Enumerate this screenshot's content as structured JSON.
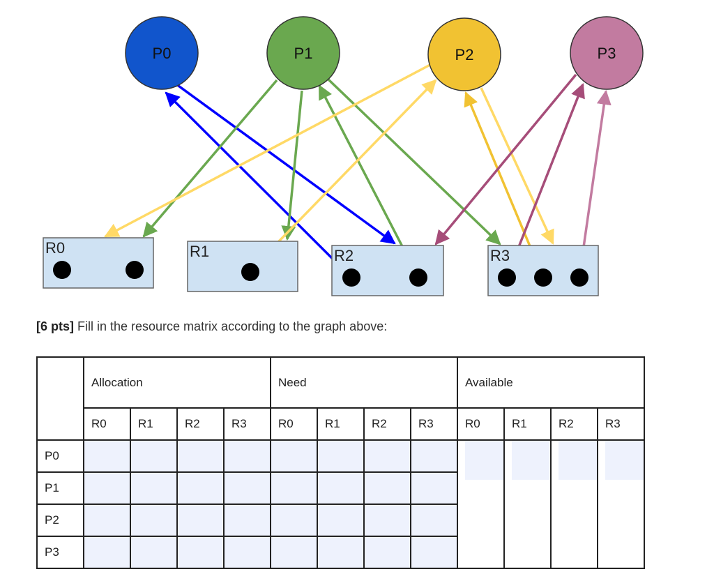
{
  "diagram": {
    "processes": [
      {
        "id": "P0",
        "label": "P0",
        "color": "#1155cc"
      },
      {
        "id": "P1",
        "label": "P1",
        "color": "#6aa84f"
      },
      {
        "id": "P2",
        "label": "P2",
        "color": "#f1c232"
      },
      {
        "id": "P3",
        "label": "P3",
        "color": "#c27ba0"
      }
    ],
    "resources": [
      {
        "id": "R0",
        "label": "R0",
        "instances": 2
      },
      {
        "id": "R1",
        "label": "R1",
        "instances": 1
      },
      {
        "id": "R2",
        "label": "R2",
        "instances": 2
      },
      {
        "id": "R3",
        "label": "R3",
        "instances": 3
      }
    ],
    "colors": {
      "resource_fill": "#cfe2f3",
      "resource_border": "#666666",
      "instance": "#000000",
      "edge_p0": "#0000ff",
      "edge_p1": "#6aa84f",
      "edge_p2_request": "#ffd966",
      "edge_p2_assign": "#f1c232",
      "edge_p3": "#a64d79",
      "edge_p3_light": "#c27ba0"
    },
    "edges": [
      {
        "type": "assignment",
        "from": "R2.0",
        "to": "P0",
        "color": "edge_p0"
      },
      {
        "type": "request",
        "from": "P0",
        "to": "R2",
        "color": "edge_p0"
      },
      {
        "type": "request",
        "from": "P1",
        "to": "R0",
        "color": "edge_p1"
      },
      {
        "type": "request",
        "from": "P1",
        "to": "R1",
        "color": "edge_p1"
      },
      {
        "type": "assignment",
        "from": "R2.1",
        "to": "P1",
        "color": "edge_p1"
      },
      {
        "type": "request",
        "from": "P1",
        "to": "R3",
        "color": "edge_p1"
      },
      {
        "type": "request",
        "from": "P2",
        "to": "R0",
        "color": "edge_p2_request"
      },
      {
        "type": "assignment",
        "from": "R1.0",
        "to": "P2",
        "color": "edge_p2_request"
      },
      {
        "type": "assignment",
        "from": "R3.1",
        "to": "P2",
        "color": "edge_p2_assign"
      },
      {
        "type": "request",
        "from": "P2",
        "to": "R3",
        "color": "edge_p2_request"
      },
      {
        "type": "request",
        "from": "P3",
        "to": "R2",
        "color": "edge_p3"
      },
      {
        "type": "assignment",
        "from": "R3.0",
        "to": "P3",
        "color": "edge_p3"
      },
      {
        "type": "assignment",
        "from": "R3.2",
        "to": "P3",
        "color": "edge_p3_light"
      }
    ]
  },
  "instruction": {
    "points": "[6 pts]",
    "text": " Fill in the resource matrix according to the graph above:"
  },
  "matrix": {
    "groups": [
      "Allocation",
      "Need",
      "Available"
    ],
    "resource_headers": [
      "R0",
      "R1",
      "R2",
      "R3"
    ],
    "rows": [
      "P0",
      "P1",
      "P2",
      "P3"
    ]
  }
}
